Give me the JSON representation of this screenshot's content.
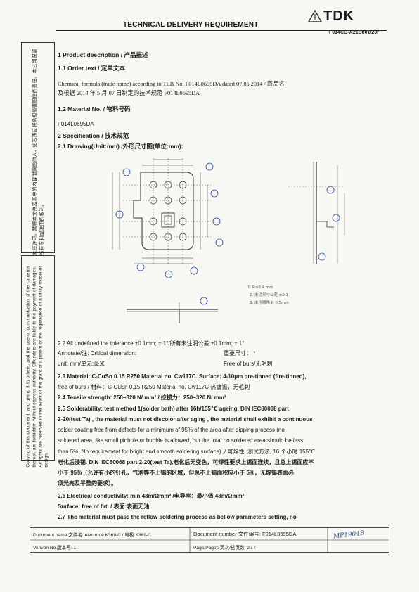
{
  "header": {
    "title": "TECHNICAL DELIVERY REQUIREMENT",
    "logo": "TDK",
    "doc_code": "F014CO-A21B001/20r"
  },
  "sidebar": {
    "notice_cn": "未经许可，禁将本文件及其中的内容泄露给他人，如若违反将承担损害赔偿的责任。本公司保留所有专利或注册的权利。",
    "notice_en": "Copying of this document, and giving it to others, and the use or communication of the contents thereof, are forbidden without express authority. Offenders are liable to the payment of damages. All rights are reserved in the event of the grant of a patent or the registration of a utility model or design."
  },
  "sections": {
    "s1": "1     Product description / 产品描述",
    "s11": "1.1   Order text / 定单文本",
    "order_text_1": "Chemical formula (trade name) according to TLB No. F014L0695DA    dated 07.05.2014 / 商品名",
    "order_text_2": "及根据 2014 年 5 月 07 日制定的技术规范 F014L0695DA",
    "s12": "1.2   Material No. / 物料号码",
    "material_no": "F014L0695DA",
    "s2": "2     Specification / 技术规范",
    "s21": "2.1   Drawing(Unit:mm) /外形尺寸图(单位:mm):",
    "s22_a": "2.2   All undefined the tolerance:±0.1mm;      ± 1°/所有未注明公差:±0.1mm;    ± 1°",
    "s22_b1": "Annotate/注:      Critical dimension:",
    "s22_b2": "重要尺寸：    *",
    "s22_c1": "unit: mm/单元:毫米",
    "s22_c2": "Free of burs/无毛刺",
    "s23_a": "2.3   Material: C-CuSn 0.15 R250 Material no. Cw117C. Surface: 4-10μm pre-tinned (fire-tinned),",
    "s23_b": "free of burs / 材料：C-CuSn 0.15 R250 Material no. Cw117C 热镀锡，无毛刺",
    "s24": "2.4   Tensile strength: 250~320 N/ mm² / 拉拔力：250~320 N/ mm²",
    "s25_a": "2.5   Solderability: test method 1(solder bath) after 16h/155℃ ageing. DIN IEC60068 part",
    "s25_b": "2-20(test Ta) , the material must not discolor after aging ,   the material   shall exhibit a continuous",
    "s25_c": "solder coating free from defects for a minimum of 95% of the area after dipping process (no",
    "s25_d": "soldered area, like small pinhole or bubble is allowed, but the total no soldered area should be less",
    "s25_e": "than 5%. No requirement for bright and smooth soldering surface) ,/ 可焊性: 测试方法, 16 个小时 155℃",
    "s25_f": "老化后浸锡. DIN IEC60068 part 2-20(test Ta),老化后无变色，可焊性要求上锡面连续，且总上锡面应不",
    "s25_g": "小于 95%（允许有小的针孔，气泡等不上锡的区域，但总不上锡面积应小于 5%，无焊锡表面必",
    "s25_h": "须光亮及平整的要求）。",
    "s26": "2.6   Electrical conductivity: min 48m/Ωmm² /电导率：最小值 48m/Ωmm²",
    "s26_b": "Surface: free of fat. / 表面:表面无油",
    "s27": "2.7   The material must pass the reflow soldering process as bellow parameters setting, no"
  },
  "drawing": {
    "note1": "1. R≤0.4 mm",
    "note2": "2. 未注尺寸公差 ±0.1",
    "note3": "3. 未注圆角 R 0.5mm"
  },
  "footer": {
    "doc_name": "Document name 文件名:  electrode K369-C / 电极 K369-C",
    "doc_number": "Document number 文件编号:  F014L0695DA",
    "version": "Version No.版本号:  1",
    "pages": "Page/Pages 页次/总页数:   2 / 7",
    "handwritten": "MP1904B"
  },
  "colors": {
    "ink": "#1a1a1a",
    "pen": "#2a4a9a",
    "paper": "#f7f7f4"
  }
}
